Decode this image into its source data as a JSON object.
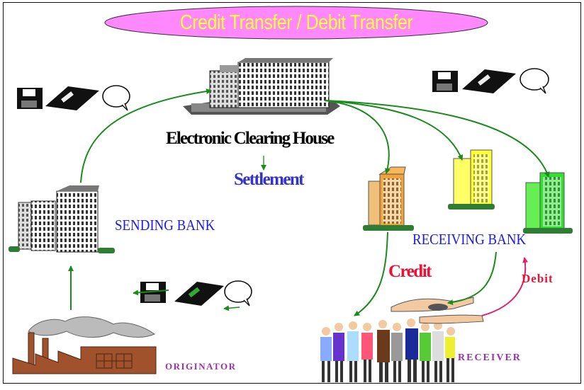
{
  "title": "Credit Transfer / Debit Transfer",
  "labels": {
    "clearing_house": "Electronic Clearing House",
    "settlement": "Settlement",
    "sending_bank": "SENDING BANK",
    "receiving_bank": "RECEIVING BANK",
    "credit": "Credit",
    "debit": "Debit",
    "originator": "ORIGINATOR",
    "receiver": "RECEIVER"
  },
  "colors": {
    "title_ellipse": "#ff88ff",
    "title_text": "#ffff33",
    "arrows": "#1a8c1a",
    "debit_arrow": "#e0206a",
    "bank_blue": "#1a1aee",
    "settlement": "#3333cc",
    "credit": "#ee1133",
    "role_labels": "#9933aa"
  },
  "icons": [
    "floppy-disk-icon",
    "tape-cartridge-icon",
    "speech-bubble-icon",
    "factory-icon",
    "office-building-icon",
    "handshake-icon",
    "people-group-icon"
  ]
}
